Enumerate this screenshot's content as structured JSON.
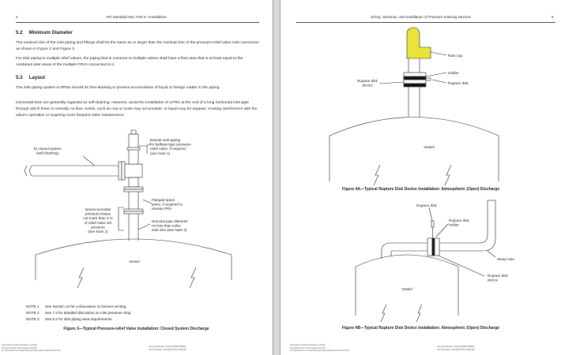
{
  "left_page": {
    "page_number": "4",
    "running_header": "API Standard 520, Part II—Installation",
    "section_5_2": {
      "number": "5.2",
      "title": "Minimum Diameter",
      "paragraphs": [
        "The nominal size of the inlet piping and fittings shall be the same as or larger than the nominal size of the pressure-relief valve inlet connection as shown in Figure 2 and Figure 3.",
        "For inlet piping to multiple relief valves, the piping that is common to multiple valves shall have a flow area that is at least equal to the combined inlet areas of the multiple PRVs connected to it."
      ]
    },
    "section_5_3": {
      "number": "5.3",
      "title": "Layout",
      "paragraphs": [
        "The inlet piping system to PRDs should be free-draining to prevent accumulation of liquid or foreign matter in the piping.",
        "Horizontal lines are generally regarded as self-draining. However, avoid the installation of a PRV at the end of a long horizontal inlet pipe through which there is normally no flow. Solids, such as rust or scale may accumulate, or liquid may be trapped, creating interference with the valve's operation or requiring more frequent valve maintenance."
      ]
    },
    "figure_3": {
      "labels": {
        "closed_system": [
          "To closed system",
          "(self-draining)"
        ],
        "bonnet_vent": [
          "Bonnet vent piping",
          "for bellows type pressure-",
          "relief valve, if required",
          "(see Note 1)"
        ],
        "flanged_spool": [
          "Flanged spool",
          "piece, if required to",
          "elevate PRV"
        ],
        "pressure_losses": [
          "Nonrecoverable",
          "pressure losses",
          "not more than 3 %",
          "of relief valve set",
          "pressure",
          "(see Note 2)"
        ],
        "pipe_diameter": [
          "Nominal pipe diameter",
          "no less than valve",
          "inlet size (see Note 3)"
        ],
        "vessel": "Vessel"
      },
      "notes": [
        {
          "id": "NOTE 1",
          "text": "See Section 10 for a discussion on bonnet venting."
        },
        {
          "id": "NOTE 2",
          "text": "See 7.3 for detailed discussion on inlet pressure drop."
        },
        {
          "id": "NOTE 3",
          "text": "See 5.2 for inlet piping area requirements."
        }
      ],
      "caption": "Figure 3—Typical Pressure-relief Valve Installation: Closed System Discharge"
    },
    "footer": [
      "Copyright American Petroleum Institute",
      "Provided by IHS under license with API",
      "No reproduction or networking permitted without license from IHS"
    ],
    "footer_right": [
      "Licensee=Purdue University/5912780001",
      "Not for Resale, 10/14/2015 05:37:58 MDT"
    ]
  },
  "right_page": {
    "page_number": "5",
    "running_header": "Sizing, Selection, and Installation of Pressure-relieving Devices",
    "figure_4a": {
      "labels": {
        "rain_cap": "Rain cap",
        "holder": "Holder",
        "rupture_disk_device": [
          "Rupture disk",
          "device"
        ],
        "rupture_disk": "Rupture disk",
        "vessel": "Vessel"
      },
      "caption": "Figure 4A—Typical Rupture Disk Device Installation: Atmospheric (Open) Discharge"
    },
    "figure_4b": {
      "labels": {
        "rupture_disk": "Rupture disk",
        "rupture_disk_holder": [
          "Rupture disk",
          "holder"
        ],
        "weep_hole": "Weep hole",
        "rupture_disk_device": [
          "Rupture disk",
          "device"
        ],
        "vessel": "Vessel"
      },
      "caption": "Figure 4B—Typical Rupture Disk Device Installation: Atmospheric (Open) Discharge"
    },
    "footer": [
      "Copyright American Petroleum Institute",
      "Provided by IHS under license with API",
      "No reproduction or networking permitted without license from IHS"
    ],
    "footer_right": [
      "Licensee=Purdue University/5912780001",
      "Not for Resale, 10/14/2015 05:37:58 MDT"
    ]
  },
  "colors": {
    "rain_cap_yellow": "#e9e43a",
    "line": "#222222",
    "gutter": "#d9d9d9"
  }
}
